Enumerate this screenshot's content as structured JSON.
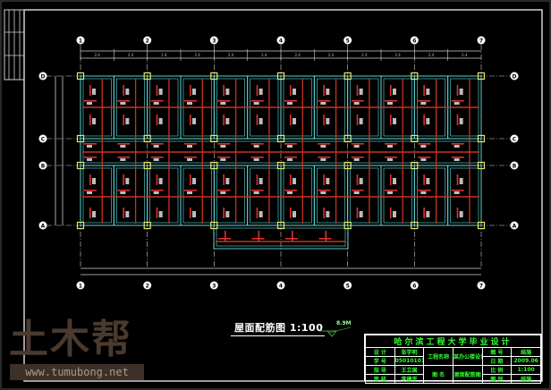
{
  "drawing": {
    "title": "屋面配筋图 1:100",
    "level_mark": "8.9M",
    "col_axes": [
      "1",
      "2",
      "3",
      "4",
      "5",
      "6",
      "7"
    ],
    "row_axes": [
      "D",
      "C",
      "B",
      "A"
    ],
    "bay_dims": [
      "2.4",
      "2.4",
      "2.4",
      "2.4",
      "2.4",
      "2.4",
      "2.4",
      "2.4",
      "2.4",
      "2.4",
      "2.4",
      "2.4"
    ]
  },
  "title_block": {
    "school": "哈尔滨工程大学毕业设计",
    "rows": [
      [
        "设 计",
        "张学明",
        "工程名称",
        "某办公楼设计",
        "图 号",
        "结施"
      ],
      [
        "学 号",
        "0501010101",
        "",
        "",
        "日 期",
        "2009.06"
      ],
      [
        "指 导",
        "王立国",
        "图 名",
        "屋面配筋图",
        "比 例",
        "1:100"
      ],
      [
        "审 核",
        "李建平",
        "",
        "",
        "图 别",
        "结施"
      ]
    ]
  },
  "watermark": {
    "logo": "土木帮",
    "url": "www.tumubong.net"
  },
  "colors": {
    "wall": "#5fe0e0",
    "beam": "#c8321e",
    "rebar": "#bdbdbd",
    "column": "#e8e86a",
    "axis": "#cfcfcf",
    "frame": "#d0d0d0"
  }
}
